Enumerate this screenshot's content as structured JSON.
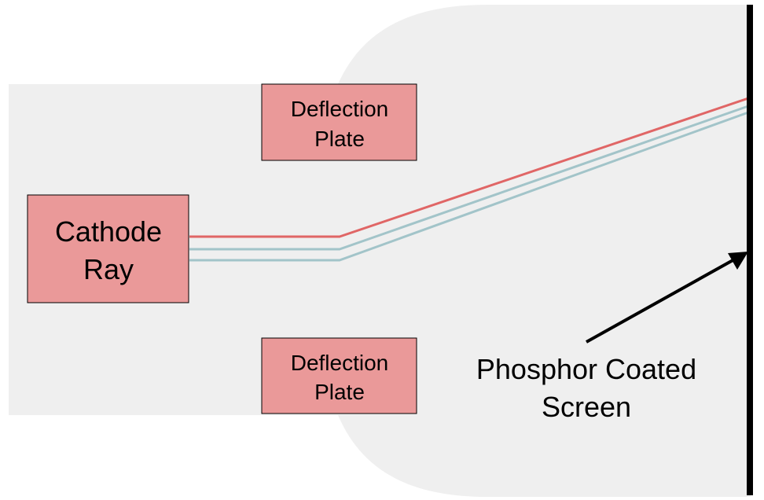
{
  "diagram": {
    "cathode": {
      "line1": "Cathode",
      "line2": "Ray"
    },
    "top_plate": {
      "line1": "Deflection",
      "line2": "Plate"
    },
    "bottom_plate": {
      "line1": "Deflection",
      "line2": "Plate"
    },
    "screen_label": {
      "line1": "Phosphor Coated",
      "line2": "Screen"
    }
  },
  "colors": {
    "background_shape": "#efefef",
    "box_fill": "#ea9999",
    "box_stroke": "#000000",
    "beam_primary": "#e06666",
    "beam_secondary": "#a2c4c9",
    "screen": "#000000",
    "arrow": "#000000"
  }
}
